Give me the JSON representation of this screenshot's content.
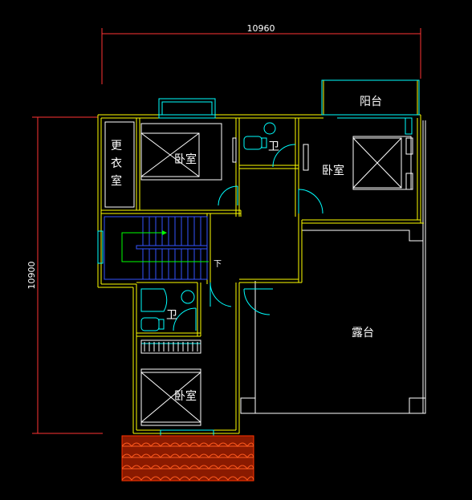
{
  "dimensions": {
    "width_label": "10960",
    "height_label": "10900"
  },
  "rooms": {
    "dressing": "更衣室",
    "bedroom_1": "卧室",
    "bathroom_1": "卫",
    "bedroom_2": "卧室",
    "balcony": "阳台",
    "bathroom_2": "卫",
    "bedroom_3": "卧室",
    "terrace": "露台"
  },
  "stair_label": "下",
  "colors": {
    "background": "#000000",
    "wall": "#ffff00",
    "window": "#00ffff",
    "dimension": "#ff3333",
    "furniture": "#ffffff",
    "stair": "#3355ff",
    "roof": "#cc2200",
    "arrow": "#00ff00"
  }
}
